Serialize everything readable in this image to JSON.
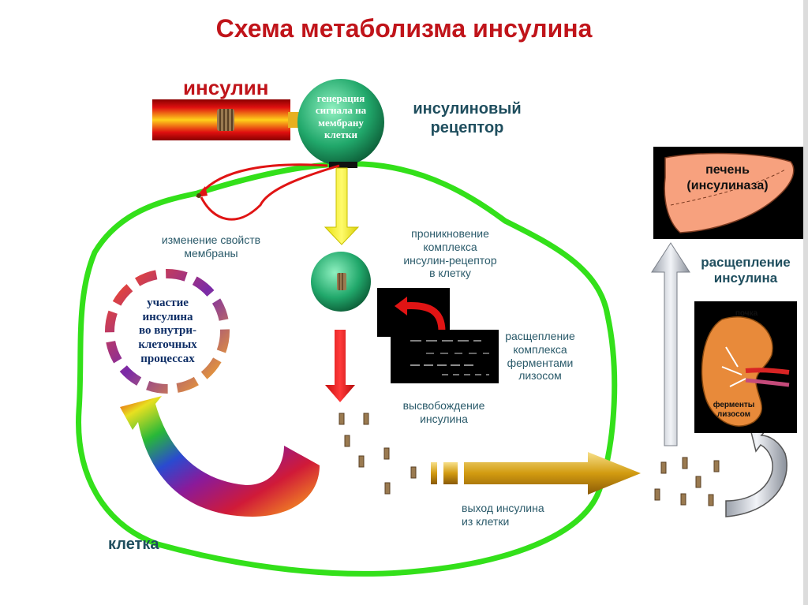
{
  "title": "Схема метаболизма инсулина",
  "insulin_label": "инсулин",
  "receptor_inner": [
    "генерация",
    "сигнала на",
    "мембрану",
    "клетки"
  ],
  "receptor_label": [
    "инсулиновый",
    "рецептор"
  ],
  "membrane_change": [
    "изменение свойств",
    "мембраны"
  ],
  "intracellular": [
    "участие",
    "инсулина",
    "во внутри-",
    "клеточных",
    "процессах"
  ],
  "penetration": [
    "проникновение",
    "комплекса",
    "инсулин-рецептор",
    "в клетку"
  ],
  "lysosome_split": [
    "расщепление",
    "комплекса",
    "ферментами",
    "лизосом"
  ],
  "release": [
    "высвобождение",
    "инсулина"
  ],
  "exit": [
    "выход инсулина",
    "из клетки"
  ],
  "cell_label": "клетка",
  "liver_label": [
    "печень",
    "(инсулиназа)"
  ],
  "degradation": [
    "расщепление",
    "инсулина"
  ],
  "kidney_top": "почка",
  "kidney_bottom": [
    "ферменты",
    "лизосом"
  ],
  "colors": {
    "title": "#c0141a",
    "text": "#1f4e5e",
    "cell_membrane": "#33e01a",
    "receptor": "#1ea86a",
    "arrow_down_yellow": "#f2ee1b",
    "arrow_down_red": "#e81414",
    "arrow_gold": "#d8a411"
  }
}
